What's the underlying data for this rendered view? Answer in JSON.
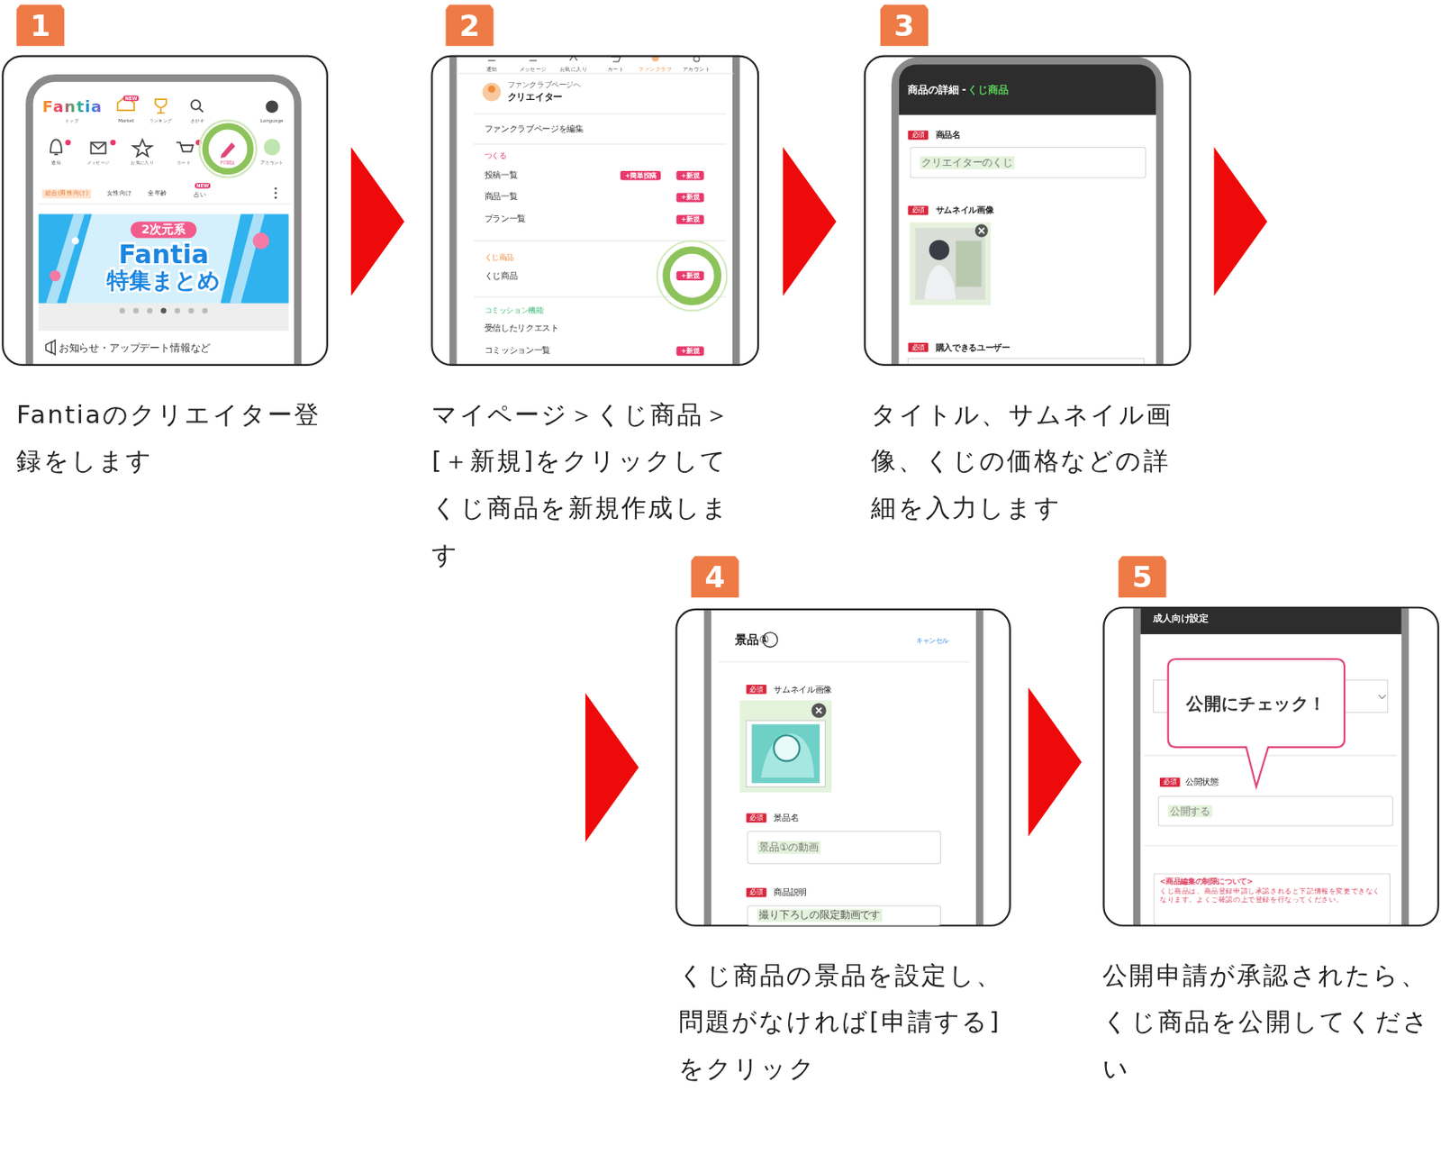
{
  "diagram": {
    "nodes": [
      {
        "text": [
          "1",
          "Fantiaのクリエイター登録をします",
          "Fantia",
          "NEW",
          "トップ",
          "Market",
          "ランキング",
          "さがす",
          "Language",
          "通知",
          "メッセージ",
          "お気に入り",
          "カート",
          "FC開設",
          "アカウント",
          "総合(男性向け)",
          "女性向け",
          "全年齢",
          "NEW",
          "占い",
          "2次元系",
          "Fantia",
          "特集まとめ",
          "お知らせ・アップデート情報など"
        ]
      },
      {
        "text": [
          "2",
          "マイページ＞くじ商品＞[＋新規]をクリックしてくじ商品を新規作成します",
          "通知",
          "メッセージ",
          "お気に入り",
          "カート",
          "ファンクラブ",
          "アカウント",
          "ファンクラブページへ",
          "クリエイター",
          "ファンクラブページを編集",
          "つくる",
          "投稿一覧",
          "+簡単投稿",
          "+新規",
          "商品一覧",
          "+新規",
          "プラン一覧",
          "+新規",
          "くじ商品",
          "くじ商品",
          "+新規",
          "コミッション機能",
          "受信したリクエスト",
          "コミッション一覧",
          "+新規"
        ]
      },
      {
        "text": [
          "3",
          "タイトル、サムネイル画像、くじの価格などの詳細を入力します",
          "商品の詳細 -",
          "くじ商品",
          "必須",
          "商品名",
          "必須",
          "サムネイル画像",
          "必須",
          "購入できるユーザー"
        ]
      },
      {
        "text": [
          "クリエイターのくじ"
        ],
        "in": 2
      },
      {
        "text": [
          "4",
          "くじ商品の景品を設定し、問題がなければ[申請する]をクリック",
          "景品①",
          "キャンセル",
          "必須",
          "サムネイル画像",
          "必須",
          "景品名",
          "必須",
          "商品説明"
        ]
      },
      {
        "text": [
          "景品①の動画"
        ],
        "in": 4
      },
      {
        "text": [
          "撮り下ろしの限定動画です"
        ],
        "in": 4
      },
      {
        "text": [
          "5",
          "公開申請が承認されたら、くじ商品を公開してください",
          "成人向け設定",
          "必須",
          "公開状態"
        ]
      },
      {
        "text": [
          "公開にチェック！"
        ],
        "in": 7
      },
      {
        "text": [
          "公開する"
        ],
        "in": 7
      },
      {
        "text": [
          "<商品編集の制限について>",
          "くじ商品は、商品登録申請し承認されると下記情報を変更できなくなります。よくご確認の上で登録を行なってください。"
        ],
        "in": 7
      }
    ],
    "edges": [
      {
        "from": 0,
        "to": 1,
        "arrow": "to"
      },
      {
        "from": 1,
        "to": 2,
        "arrow": "to"
      },
      {
        "from": 2,
        "to": 4,
        "arrow": "to"
      },
      {
        "from": 4,
        "to": 7,
        "arrow": "to"
      }
    ]
  }
}
